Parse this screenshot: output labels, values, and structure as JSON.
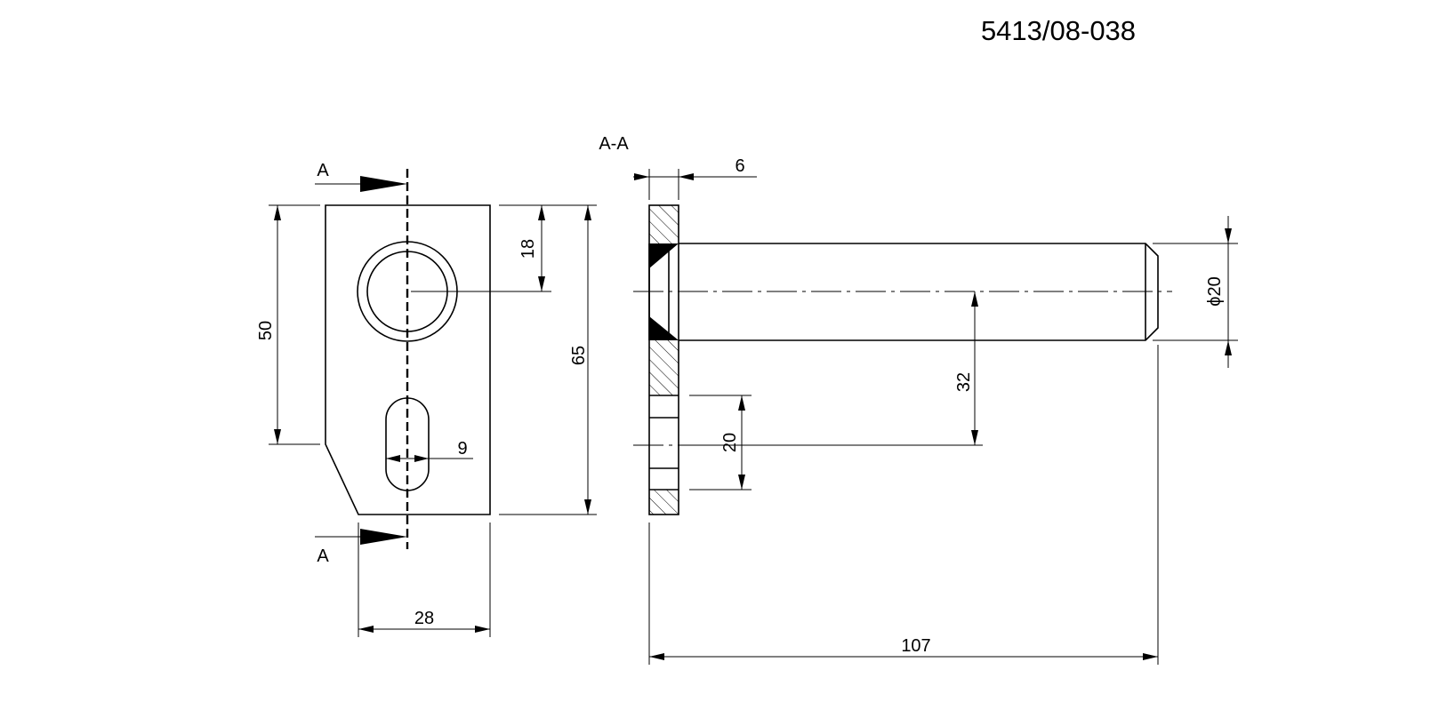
{
  "drawing_number": "5413/08-038",
  "section_label": "A-A",
  "cut_marker_top": "A",
  "cut_marker_bottom": "A",
  "dimensions": {
    "front_height_50": "50",
    "hole_offset_18": "18",
    "overall_height_65": "65",
    "slot_width_9": "9",
    "width_28": "28",
    "plate_thickness_6": "6",
    "hole_spacing_32": "32",
    "slot_length_20": "20",
    "pin_diameter": "ϕ20",
    "overall_length_107": "107"
  }
}
